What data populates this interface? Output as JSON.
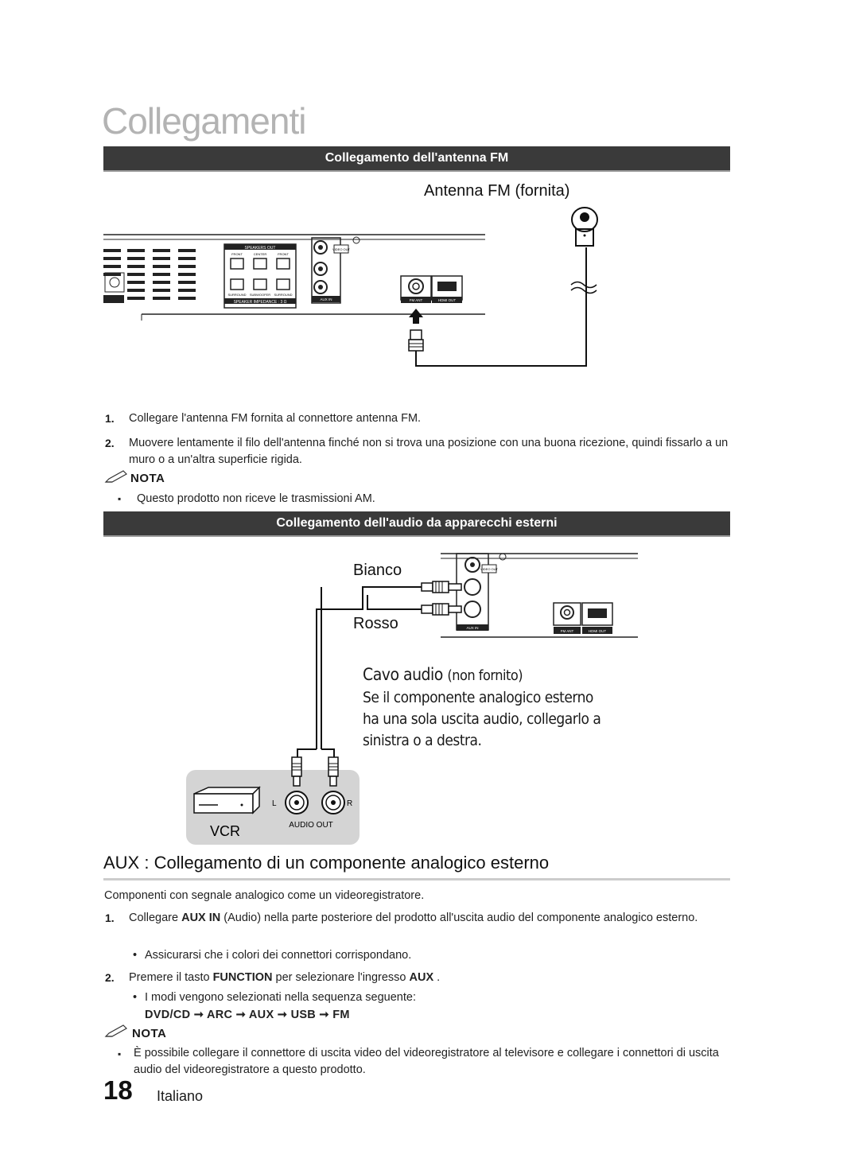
{
  "page": {
    "title": "Collegamenti",
    "number": "18",
    "language": "Italiano"
  },
  "section_fm": {
    "header": "Collegamento dell'antenna FM",
    "diagram": {
      "antenna_label": "Antenna FM (fornita)",
      "panel_labels": {
        "speakers_out": "SPEAKERS OUT",
        "front_l": "FRONT",
        "center": "CENTER",
        "front_r": "FRONT",
        "surround_l": "SURROUND",
        "subwoofer": "SUBWOOFER",
        "surround_r": "SURROUND",
        "speaker_impedance": "SPEAKER IMPEDANCE : 3 Ω",
        "aux_in": "AUX IN",
        "fm_ant": "FM ANT",
        "hdmi_out": "HDMI OUT",
        "video_out": "VIDEO OUT",
        "fm_ant_side": "FM ANT"
      }
    },
    "steps": [
      {
        "num": "1.",
        "text": "Collegare l'antenna FM fornita al connettore antenna FM."
      },
      {
        "num": "2.",
        "text": "Muovere lentamente il filo dell'antenna finché non si trova una posizione con una buona ricezione, quindi fissarlo a un muro o a un'altra superficie rigida."
      }
    ],
    "nota_label": "NOTA",
    "nota_bullet": "▪",
    "nota_text": "Questo prodotto non riceve le trasmissioni AM."
  },
  "section_audio": {
    "header": "Collegamento dell'audio da apparecchi esterni",
    "diagram": {
      "bianco": "Bianco",
      "rosso": "Rosso",
      "cavo_audio": "Cavo audio",
      "non_fornito": "(non fornito)",
      "note_lines": [
        "Se il componente analogico esterno",
        "ha una sola uscita audio, collegarlo a",
        "sinistra o a destra."
      ],
      "vcr": "VCR",
      "audio_out": "AUDIO OUT",
      "l": "L",
      "r": "R",
      "aux_in": "AUX IN",
      "fm_ant": "FM ANT",
      "hdmi_out": "HDMI OUT",
      "video_out": "VIDEO OUT"
    }
  },
  "section_aux": {
    "heading": "AUX : Collegamento di un componente analogico esterno",
    "intro": "Componenti con segnale analogico come un videoregistratore.",
    "step1": {
      "num": "1.",
      "pre": "Collegare ",
      "bold": "AUX IN",
      "post": " (Audio) nella parte posteriore del prodotto all'uscita audio del componente analogico esterno."
    },
    "bullet1": "Assicurarsi che i colori dei connettori corrispondano.",
    "step2": {
      "num": "2.",
      "pre": "Premere il tasto ",
      "bold1": "FUNCTION",
      "mid": " per selezionare l'ingresso ",
      "bold2": "AUX",
      "post": " ."
    },
    "bullet2": "I modi vengono selezionati nella sequenza seguente:",
    "sequence": [
      "DVD/CD",
      "ARC",
      "AUX",
      "USB",
      "FM"
    ],
    "arrow": "➞",
    "nota_label": "NOTA",
    "nota_bullet": "▪",
    "nota_text": "È possibile collegare il connettore di uscita video del videoregistratore al televisore e collegare i connettori di uscita audio del videoregistratore a questo prodotto."
  },
  "colors": {
    "title_gray": "#b3b3b3",
    "bar_dark": "#3a3a3a",
    "vcr_box": "#d4d4d4"
  }
}
